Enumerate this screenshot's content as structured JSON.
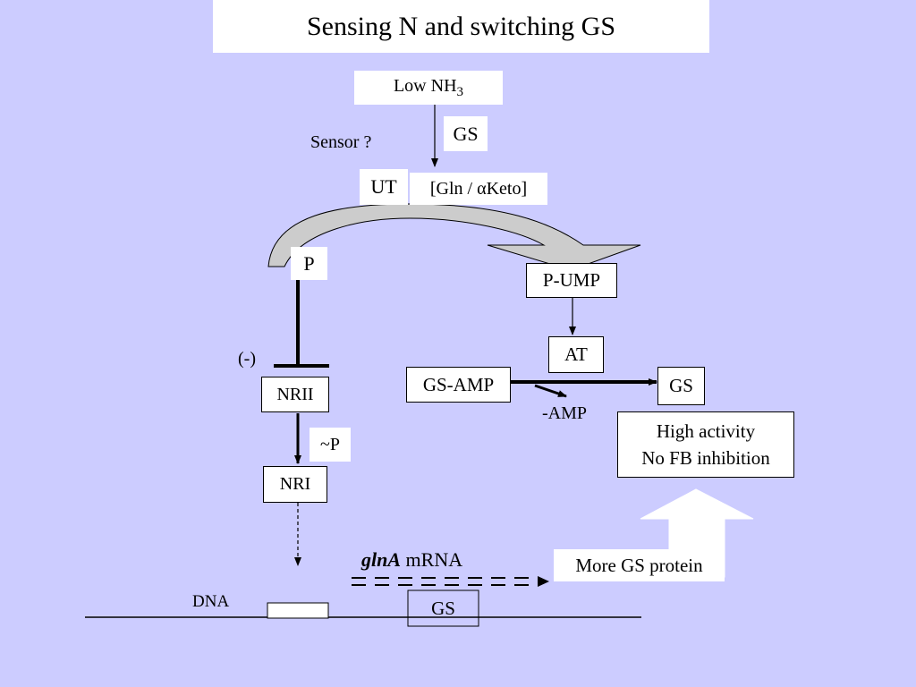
{
  "title": "Sensing N and switching GS",
  "nodes": {
    "low_nh3": {
      "text": "Low NH",
      "sub": "3"
    },
    "gs_top": "GS",
    "sensor": "Sensor ?",
    "ut": "UT",
    "gln_keto": {
      "prefix": "[Gln / ",
      "alpha": "α",
      "suffix": "Keto]"
    },
    "p": "P",
    "p_ump": "P-UMP",
    "inhibit": "(-)",
    "nrii": "NRII",
    "at": "AT",
    "gs_amp": "GS-AMP",
    "gs_right": "GS",
    "minus_amp": "-AMP",
    "high_activity": [
      "High activity",
      "No FB inhibition"
    ],
    "phospho": "~P",
    "nri": "NRI",
    "glna": {
      "gene": "glnA",
      "rest": " mRNA"
    },
    "more_gs": "More GS protein",
    "dna": "DNA",
    "gs_gene": "GS"
  },
  "colors": {
    "background": "#ccccff",
    "arc_fill": "#cccccc"
  }
}
